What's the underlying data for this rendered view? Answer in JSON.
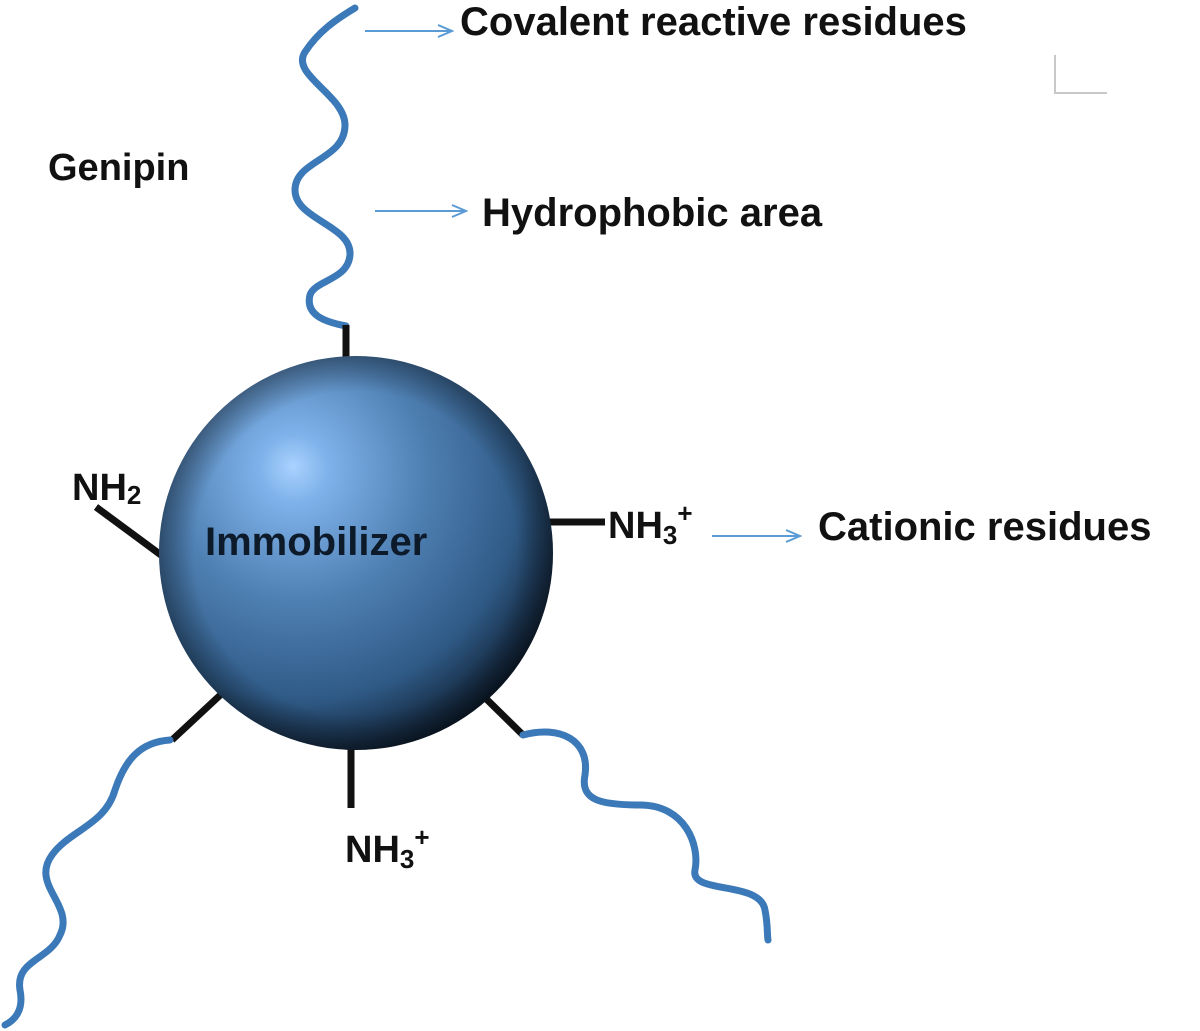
{
  "labels": {
    "covalent": "Covalent reactive residues",
    "genipin": "Genipin",
    "hydrophobic": "Hydrophobic area",
    "immobilizer": "Immobilizer",
    "cationic": "Cationic residues",
    "nh2_base": "NH",
    "nh2_sub": "2",
    "nh3_right_base": "NH",
    "nh3_right_sub": "3",
    "nh3_right_sup": "+",
    "nh3_bottom_base": "NH",
    "nh3_bottom_sub": "3",
    "nh3_bottom_sup": "+"
  },
  "colors": {
    "chain": "#3c79b8",
    "arrow": "#5b9bd5",
    "bond": "#111111",
    "sphere_light": "#a9d2ff",
    "sphere_mid": "#4f80b3",
    "sphere_dark": "#0f1e30",
    "corner_mark": "#c8c8c8"
  }
}
